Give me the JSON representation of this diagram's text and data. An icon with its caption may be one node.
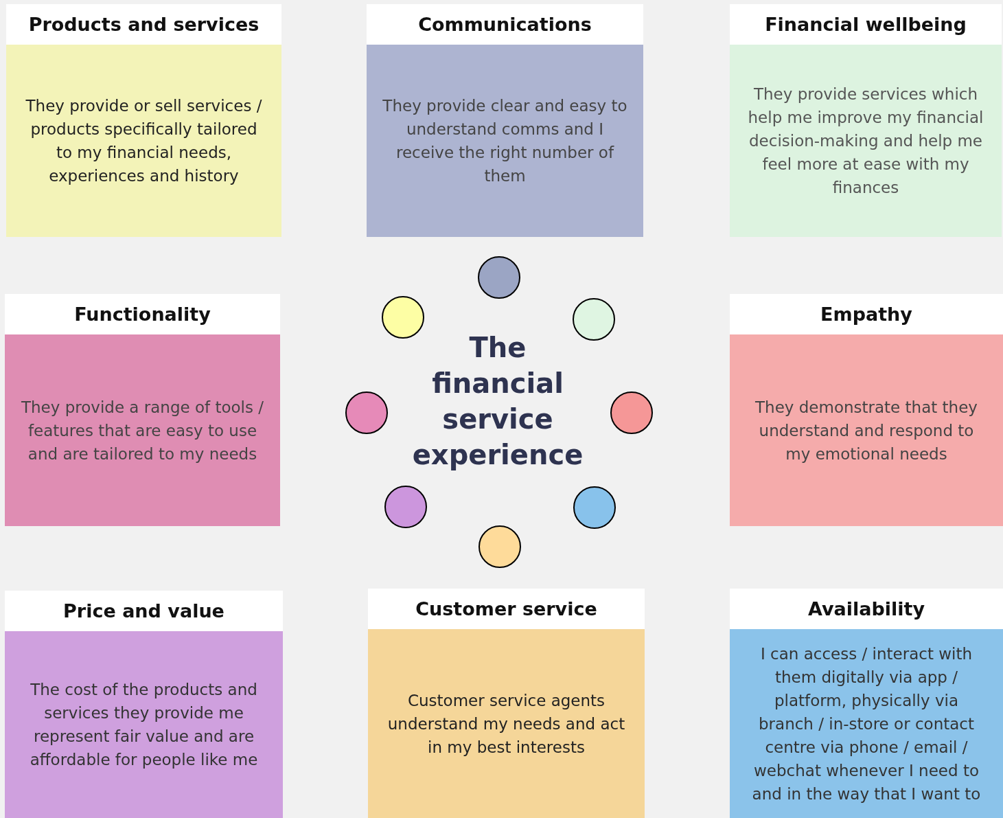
{
  "diagram": {
    "nodes": [
      {
        "text": [
          "Products and services",
          "They provide or sell services / products specifically tailored to my financial needs, experiences and history"
        ]
      },
      {
        "text": [
          "Communications",
          "They provide clear and easy to understand comms and I receive the right number of them"
        ]
      },
      {
        "text": [
          "Financial wellbeing",
          "They provide services which help me improve my financial decision-making and help me feel more at ease with my finances"
        ]
      },
      {
        "text": [
          "Functionality",
          "They provide a range of tools / features that are easy to use and are tailored to my needs"
        ]
      },
      {
        "text": [
          "Empathy",
          "They demonstrate that they understand and respond to my emotional needs"
        ]
      },
      {
        "text": [
          "Price and value",
          "The cost of the products and services they provide me represent fair value and are affordable for people like me"
        ]
      },
      {
        "text": [
          "Customer service",
          "Customer service agents understand my needs and act in my best interests"
        ]
      },
      {
        "text": [
          "Availability",
          "I can access / interact with them digitally via app / platform, physically via branch / in-store or contact centre via phone / email / webchat whenever I need to and in the way that I want to"
        ]
      },
      {
        "text": [],
        "shape": "circle"
      },
      {
        "text": [],
        "shape": "circle"
      },
      {
        "text": [],
        "shape": "circle"
      },
      {
        "text": [],
        "shape": "circle"
      },
      {
        "text": [],
        "shape": "circle"
      },
      {
        "text": [],
        "shape": "circle"
      },
      {
        "text": [],
        "shape": "circle"
      },
      {
        "text": [],
        "shape": "circle"
      }
    ],
    "edges": [],
    "labels": [
      "The financial service experience"
    ]
  }
}
